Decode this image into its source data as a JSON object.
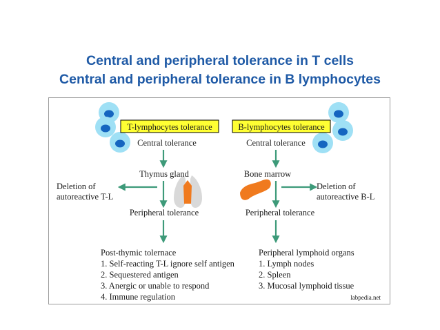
{
  "title": {
    "line1": "Central and peripheral tolerance in T cells",
    "line2": "Central and peripheral tolerance in B lymphocytes"
  },
  "diagram": {
    "t_cells": {
      "header": "T-lymphocytes tolerance",
      "central": "Central tolerance",
      "organ": "Thymus gland",
      "deletion": [
        "Deletion of",
        "autoreactive T-L"
      ],
      "peripheral": "Peripheral tolerance",
      "post_title": "Post-thymic tolernace",
      "post_items": [
        "1. Self-reacting T-L ignore self antigen",
        "2. Sequestered antigen",
        "3. Anergic or unable to respond",
        "4. Immune regulation"
      ]
    },
    "b_cells": {
      "header": "B-lymphocytes tolerance",
      "central": "Central tolerance",
      "organ": "Bone marrow",
      "deletion": [
        "Deletion of",
        "autoreactive B-L"
      ],
      "peripheral": "Peripheral tolerance",
      "post_title": "Peripheral lymphoid organs",
      "post_items": [
        "1. Lymph nodes",
        "2. Spleen",
        "3. Mucosal lymphoid tissue"
      ]
    },
    "credit": "labpedia.net"
  },
  "colors": {
    "title": "#1f5aa6",
    "arrow": "#3d9a79",
    "header_fill": "#ffff33",
    "cell_outer": "#9fe0f5",
    "cell_inner": "#1565c0",
    "bone_marrow": "#f07a1e",
    "lung": "#d9d9d9",
    "thymus": "#f07a1e"
  }
}
